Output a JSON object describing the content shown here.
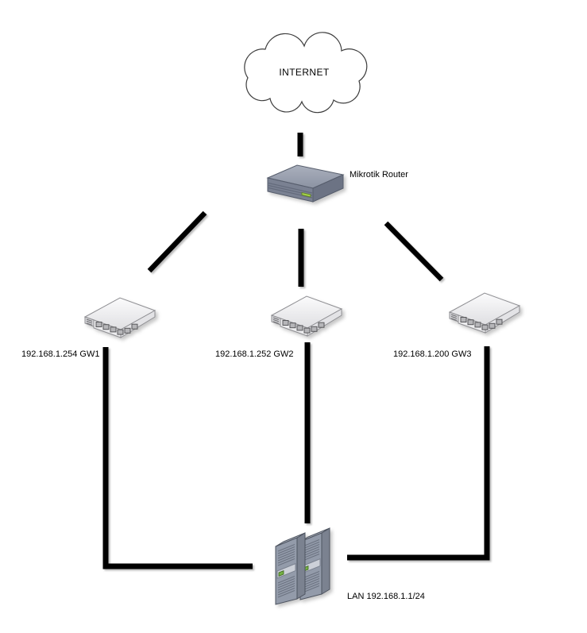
{
  "colors": {
    "background": "#ffffff",
    "connection_line": "#000000",
    "led_green": "#8cc63e",
    "device_gray": "#9199a7",
    "switch_gray": "#ededee"
  },
  "nodes": {
    "internet": {
      "label": "INTERNET",
      "icon": "cloud-icon"
    },
    "router": {
      "label": "Mikrotik Router",
      "icon": "router-icon"
    },
    "gw1": {
      "label": "192.168.1.254 GW1",
      "icon": "switch-icon"
    },
    "gw2": {
      "label": "192.168.1.252 GW2",
      "icon": "switch-icon"
    },
    "gw3": {
      "label": "192.168.1.200 GW3",
      "icon": "switch-icon"
    },
    "lan": {
      "label": "LAN 192.168.1.1/24",
      "icon": "server-icon"
    }
  },
  "connections": [
    {
      "from": "internet",
      "to": "router"
    },
    {
      "from": "router",
      "to": "gw1"
    },
    {
      "from": "router",
      "to": "gw2"
    },
    {
      "from": "router",
      "to": "gw3"
    },
    {
      "from": "gw1",
      "to": "lan"
    },
    {
      "from": "gw2",
      "to": "lan"
    },
    {
      "from": "gw3",
      "to": "lan"
    }
  ]
}
